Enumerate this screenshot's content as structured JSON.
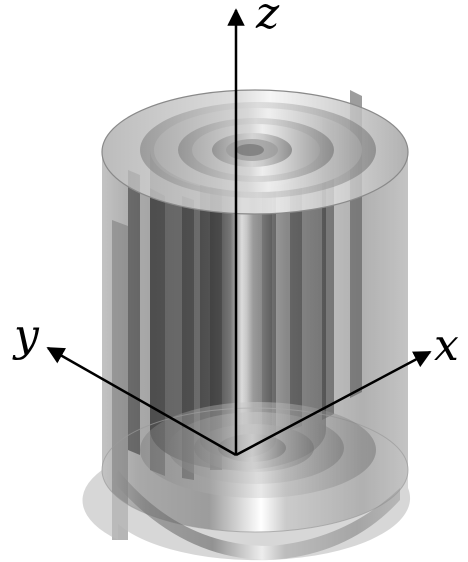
{
  "axes": {
    "x_label": "x",
    "y_label": "y",
    "z_label": "z",
    "color": "#000000"
  },
  "cylinder": {
    "spiral_turns": 3,
    "shading_dark": "#3a3a3a",
    "shading_light": "#f2f2f2",
    "base_gray": "#8c8c8c"
  }
}
